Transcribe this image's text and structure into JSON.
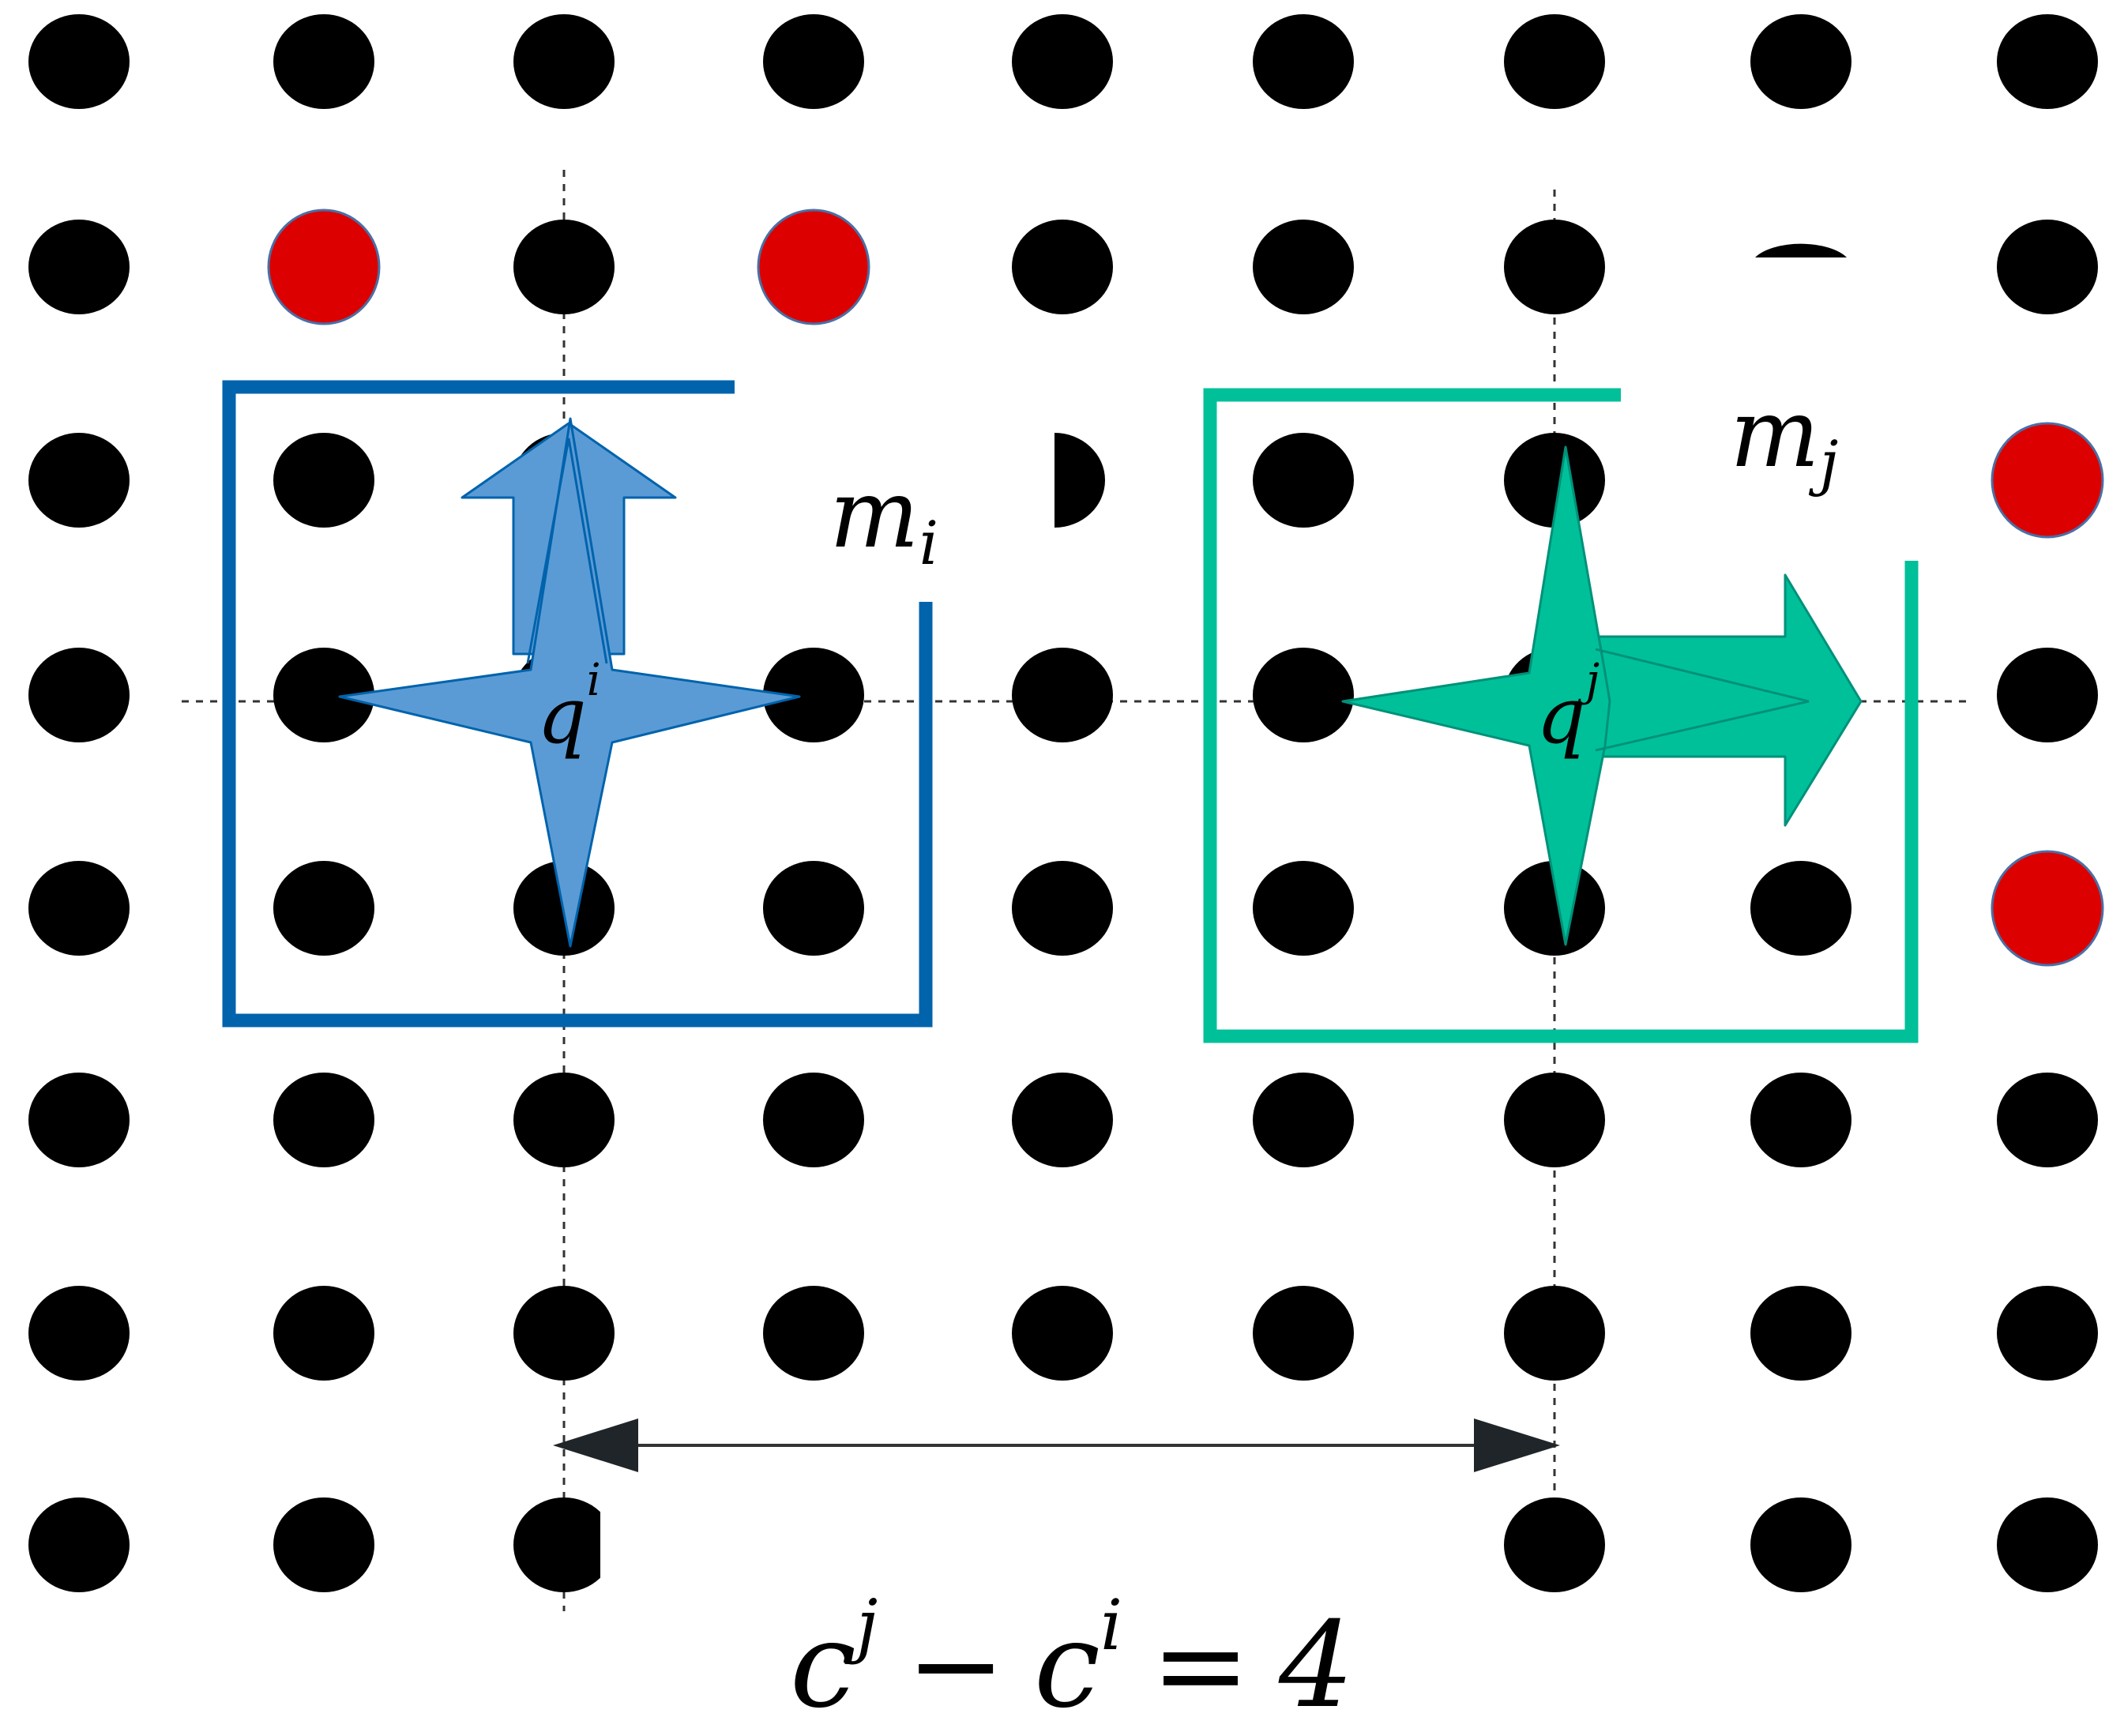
{
  "grid": {
    "columns": 9,
    "rows": 8,
    "dot_color": "#000000",
    "highlight_color": "#dd0000",
    "red_dots": [
      [
        1,
        1
      ],
      [
        3,
        1
      ],
      [
        8,
        2
      ],
      [
        8,
        4
      ]
    ],
    "hidden_dots": [
      [
        3,
        2
      ],
      [
        4,
        2
      ],
      [
        7,
        1
      ],
      [
        7,
        2
      ],
      [
        7,
        3
      ],
      [
        3,
        7
      ],
      [
        4,
        7
      ],
      [
        5,
        7
      ]
    ],
    "partial_dots": [
      [
        4,
        2
      ],
      [
        7,
        1
      ]
    ]
  },
  "labels": {
    "m_i": {
      "base": "m",
      "sub": "i"
    },
    "m_j": {
      "base": "m",
      "sub": "j"
    },
    "q_i": {
      "base": "q",
      "sup": "i"
    },
    "q_j": {
      "base": "q",
      "sup": "j"
    }
  },
  "equation": {
    "c1": "c",
    "sup1": "j",
    "minus": "−",
    "c2": "c",
    "sup2": "i",
    "equals": "=",
    "value": "4"
  },
  "colors": {
    "module_i": "#0063ac",
    "module_i_fill": "#5b9bd5",
    "module_j": "#00c09a",
    "arrow": "#333333",
    "guide": "#333333"
  }
}
